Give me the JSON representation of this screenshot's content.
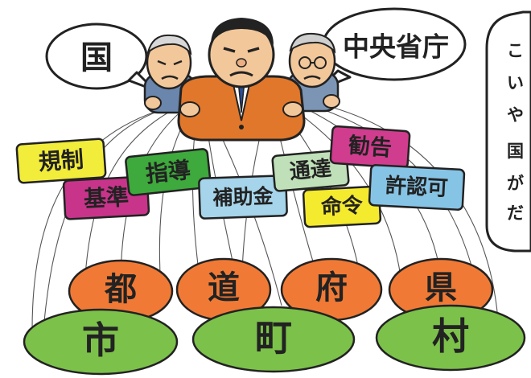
{
  "speech": {
    "left": "国",
    "right": "中央省庁"
  },
  "side_text": [
    "こ",
    "い",
    "や",
    "国",
    "が",
    "だ"
  ],
  "cards": [
    {
      "label": "規制",
      "color": "#f2ec3a"
    },
    {
      "label": "指導",
      "color": "#3ea93c"
    },
    {
      "label": "基準",
      "color": "#c8348a"
    },
    {
      "label": "補助金",
      "color": "#a6d4ea"
    },
    {
      "label": "通達",
      "color": "#bfe0b8"
    },
    {
      "label": "勧告",
      "color": "#d03c8e"
    },
    {
      "label": "命令",
      "color": "#f4ea2e"
    },
    {
      "label": "許認可",
      "color": "#86c4e6"
    }
  ],
  "prefectures": [
    "都",
    "道",
    "府",
    "県"
  ],
  "municipalities": [
    "市",
    "町",
    "村"
  ],
  "colors": {
    "prefecture": "#f07a35",
    "municipality": "#7cc14a",
    "suit": "#e0772b",
    "side_suit": "#7c95b5",
    "skin": "#f2c79a"
  }
}
